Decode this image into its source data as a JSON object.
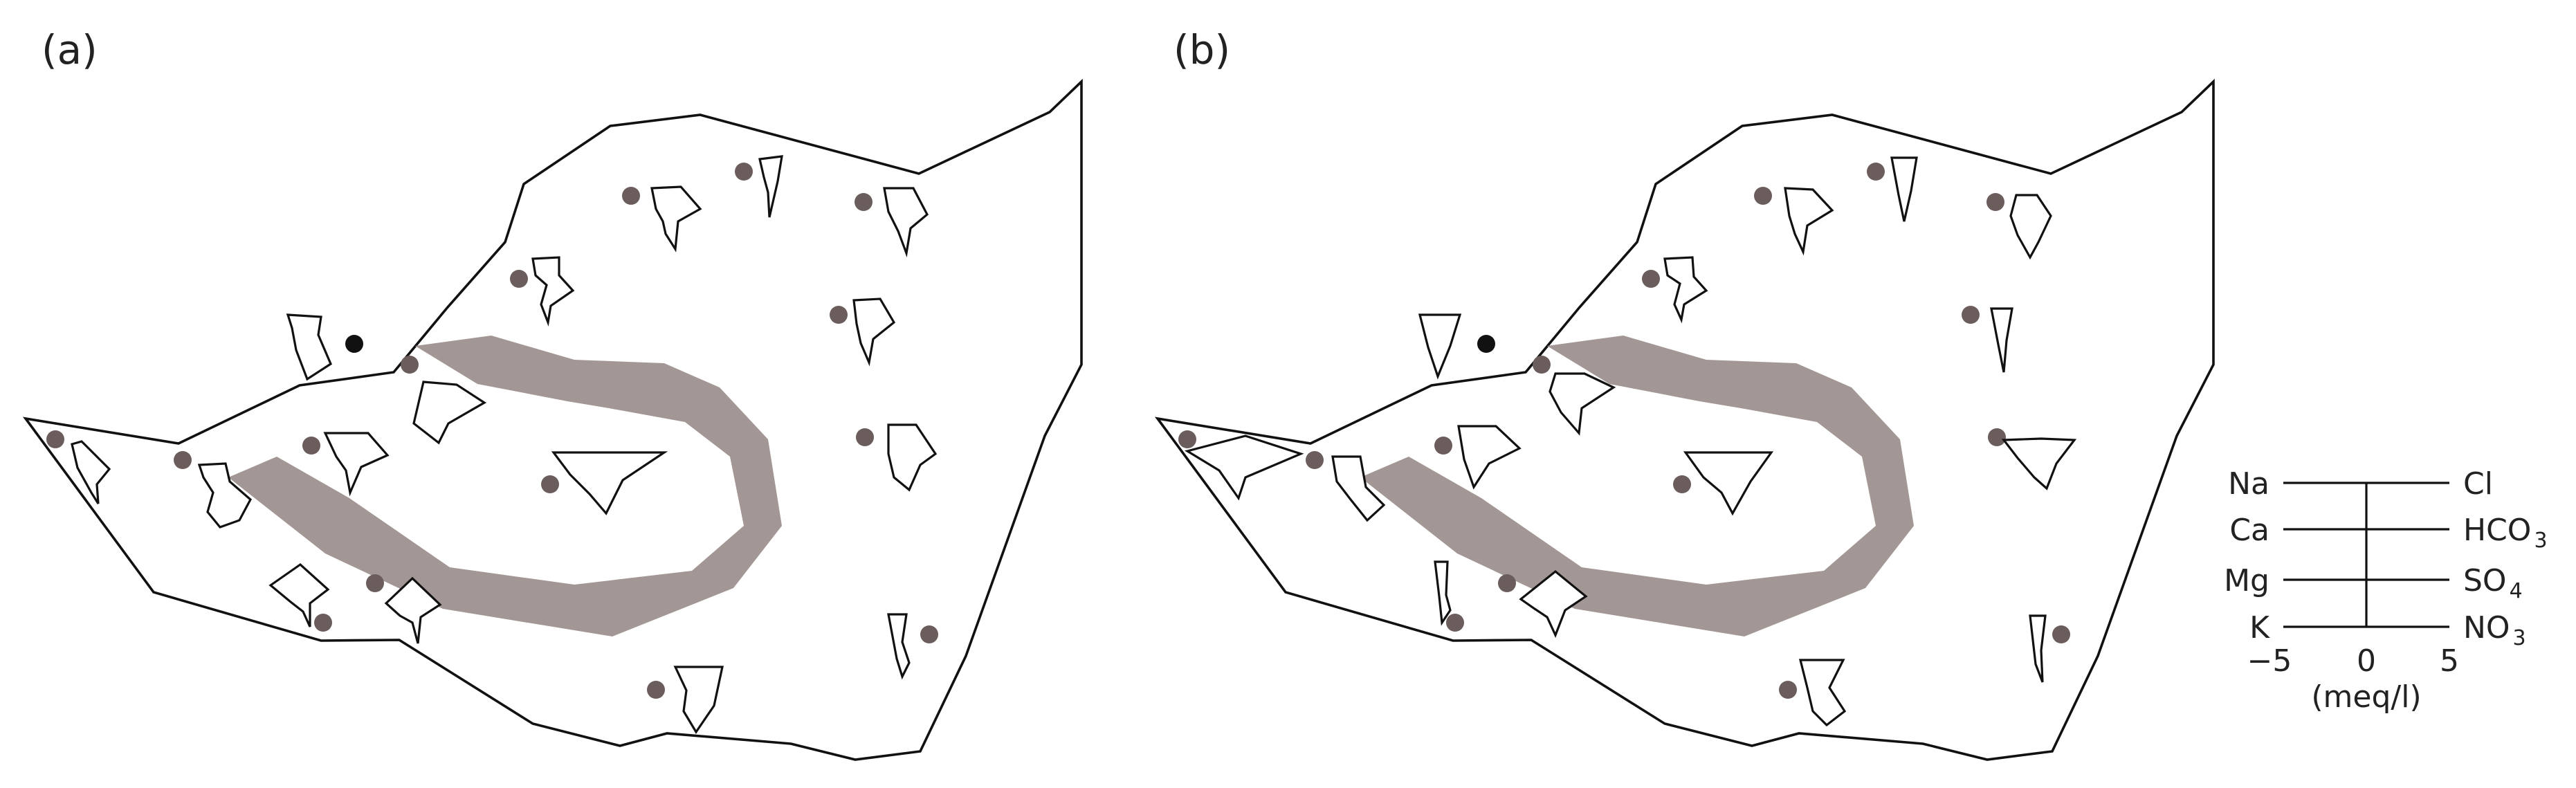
{
  "panels": [
    {
      "label": "(a)"
    },
    {
      "label": "(b)"
    }
  ],
  "legend": {
    "cations": [
      "Na",
      "Ca",
      "Mg",
      "K"
    ],
    "anions": [
      {
        "base": "Cl",
        "sub": ""
      },
      {
        "base": "HCO",
        "sub": "3"
      },
      {
        "base": "SO",
        "sub": "4"
      },
      {
        "base": "NO",
        "sub": "3"
      }
    ],
    "ticks": [
      "−5",
      "0",
      "5"
    ],
    "unit": "(meq/l)"
  },
  "colors": {
    "band": "#a39795",
    "well": "#6a5d5b",
    "outline": "#111111"
  }
}
